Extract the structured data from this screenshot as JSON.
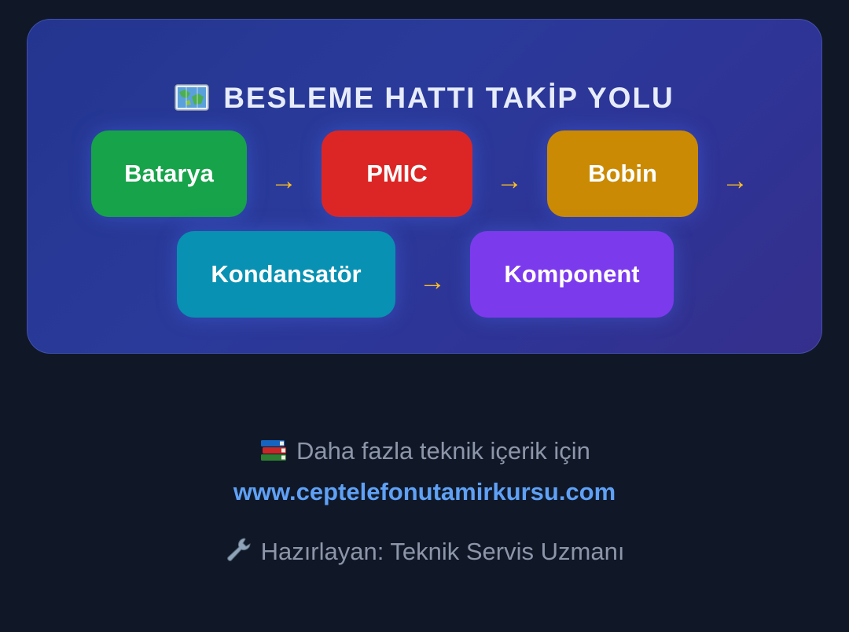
{
  "diagram": {
    "title": "BESLEME HATTI TAKİP YOLU",
    "title_icon": "map-icon",
    "nodes": [
      {
        "label": "Batarya",
        "color": "#16a34a"
      },
      {
        "label": "PMIC",
        "color": "#dc2626"
      },
      {
        "label": "Bobin",
        "color": "#ca8a04"
      },
      {
        "label": "Kondansatör",
        "color": "#0891b2"
      },
      {
        "label": "Komponent",
        "color": "#7c3aed"
      }
    ],
    "arrow_glyph": "→",
    "arrow_color": "#fbbf24",
    "background_color": "#2a3a9a"
  },
  "footer": {
    "info_icon": "books-icon",
    "info_text": "Daha fazla teknik içerik için",
    "link_text": "www.ceptelefonutamirkursu.com",
    "author_icon": "wrench-icon",
    "author_text": "Hazırlayan: Teknik Servis Uzmanı",
    "link_color": "#5fa1f5",
    "page_background": "#101828"
  }
}
